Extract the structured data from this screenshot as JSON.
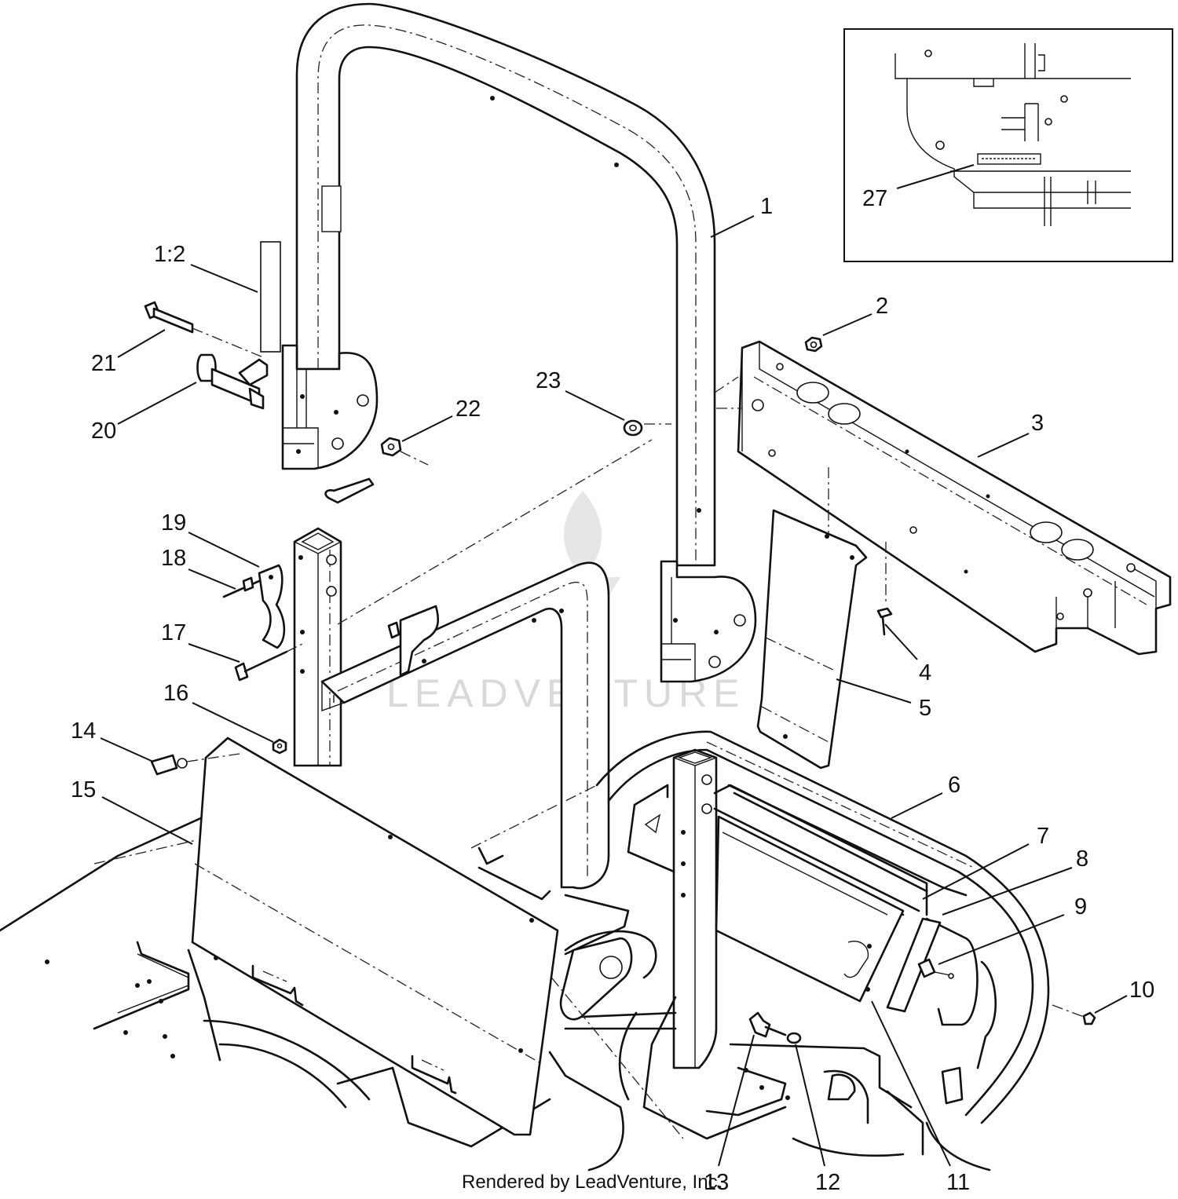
{
  "diagram": {
    "callouts": [
      {
        "id": "1",
        "text": "1"
      },
      {
        "id": "1-2",
        "text": "1:2"
      },
      {
        "id": "2",
        "text": "2"
      },
      {
        "id": "3",
        "text": "3"
      },
      {
        "id": "4",
        "text": "4"
      },
      {
        "id": "5",
        "text": "5"
      },
      {
        "id": "6",
        "text": "6"
      },
      {
        "id": "7",
        "text": "7"
      },
      {
        "id": "8",
        "text": "8"
      },
      {
        "id": "9",
        "text": "9"
      },
      {
        "id": "10",
        "text": "10"
      },
      {
        "id": "11",
        "text": "11"
      },
      {
        "id": "12",
        "text": "12"
      },
      {
        "id": "13",
        "text": "13"
      },
      {
        "id": "14",
        "text": "14"
      },
      {
        "id": "15",
        "text": "15"
      },
      {
        "id": "16",
        "text": "16"
      },
      {
        "id": "17",
        "text": "17"
      },
      {
        "id": "18",
        "text": "18"
      },
      {
        "id": "19",
        "text": "19"
      },
      {
        "id": "20",
        "text": "20"
      },
      {
        "id": "21",
        "text": "21"
      },
      {
        "id": "22",
        "text": "22"
      },
      {
        "id": "23",
        "text": "23"
      },
      {
        "id": "27",
        "text": "27"
      }
    ],
    "credit": "Rendered by LeadVenture, Inc.",
    "watermark": "LEADVENTURE"
  }
}
